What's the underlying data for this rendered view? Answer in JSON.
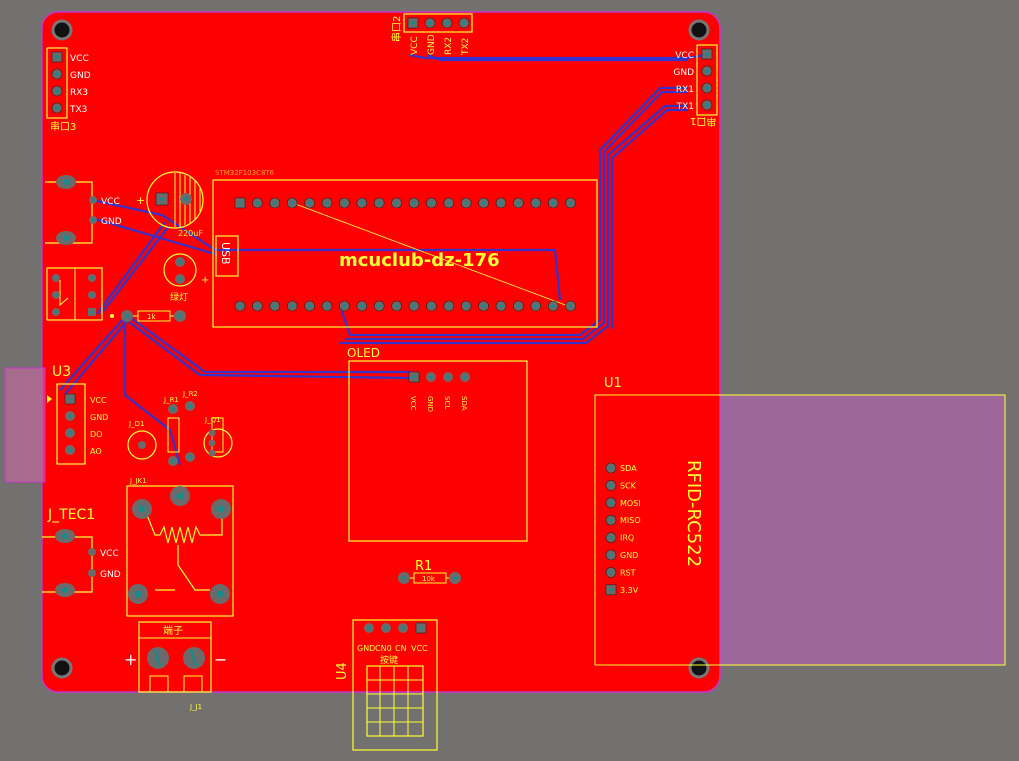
{
  "board": {
    "project_title": "mcuclub-dz-176",
    "mcu_module_label": "STM32F103C8T6",
    "usb_label": "USB"
  },
  "colors": {
    "background": "#737070",
    "top_copper": "#ff0000",
    "bottom_trace": "#3333cc",
    "silkscreen": "#ffff33",
    "keepout": "#cc33cc",
    "pad": "#6b6b6b",
    "pad_hole": "#1a8a8a"
  },
  "uart3": {
    "ref": "串口3",
    "pins": [
      "VCC",
      "GND",
      "RX3",
      "TX3"
    ]
  },
  "uart2": {
    "ref": "串口2",
    "pins": [
      "VCC",
      "GND",
      "RX2",
      "TX2"
    ]
  },
  "uart1": {
    "ref": "串口1",
    "pins": [
      "VCC",
      "GND",
      "RX1",
      "TX1"
    ]
  },
  "power_in": {
    "pins": [
      "VCC",
      "GND"
    ]
  },
  "capacitor": {
    "value": "220uF",
    "plus": "+"
  },
  "led": {
    "label": "绿灯",
    "plus": "+"
  },
  "resistor_1k": {
    "value": "1k"
  },
  "u3": {
    "ref": "U3",
    "pins": [
      "VCC",
      "GND",
      "DO",
      "AO"
    ]
  },
  "sensor_parts": {
    "d1": "J_D1",
    "r1": "J_R1",
    "r2": "J_R2",
    "q1": "J_Q1",
    "jk1": "J_JK1"
  },
  "tec": {
    "ref": "J_TEC1",
    "pins": [
      "VCC",
      "GND"
    ]
  },
  "terminal": {
    "label": "端子",
    "ref": "J_J1",
    "plus": "+",
    "minus": "−"
  },
  "oled": {
    "ref": "OLED",
    "pins": [
      "VCC",
      "GND",
      "SCL",
      "SDA"
    ]
  },
  "r1": {
    "ref": "R1",
    "value": "10k"
  },
  "u4": {
    "ref": "U4",
    "pins": [
      "GND",
      "CN0",
      "CN",
      "VCC"
    ],
    "label": "按键"
  },
  "rfid": {
    "ref": "U1",
    "title": "RFID-RC522",
    "pins": [
      "SDA",
      "SCK",
      "MOSI",
      "MISO",
      "IRQ",
      "GND",
      "RST",
      "3.3V"
    ]
  }
}
